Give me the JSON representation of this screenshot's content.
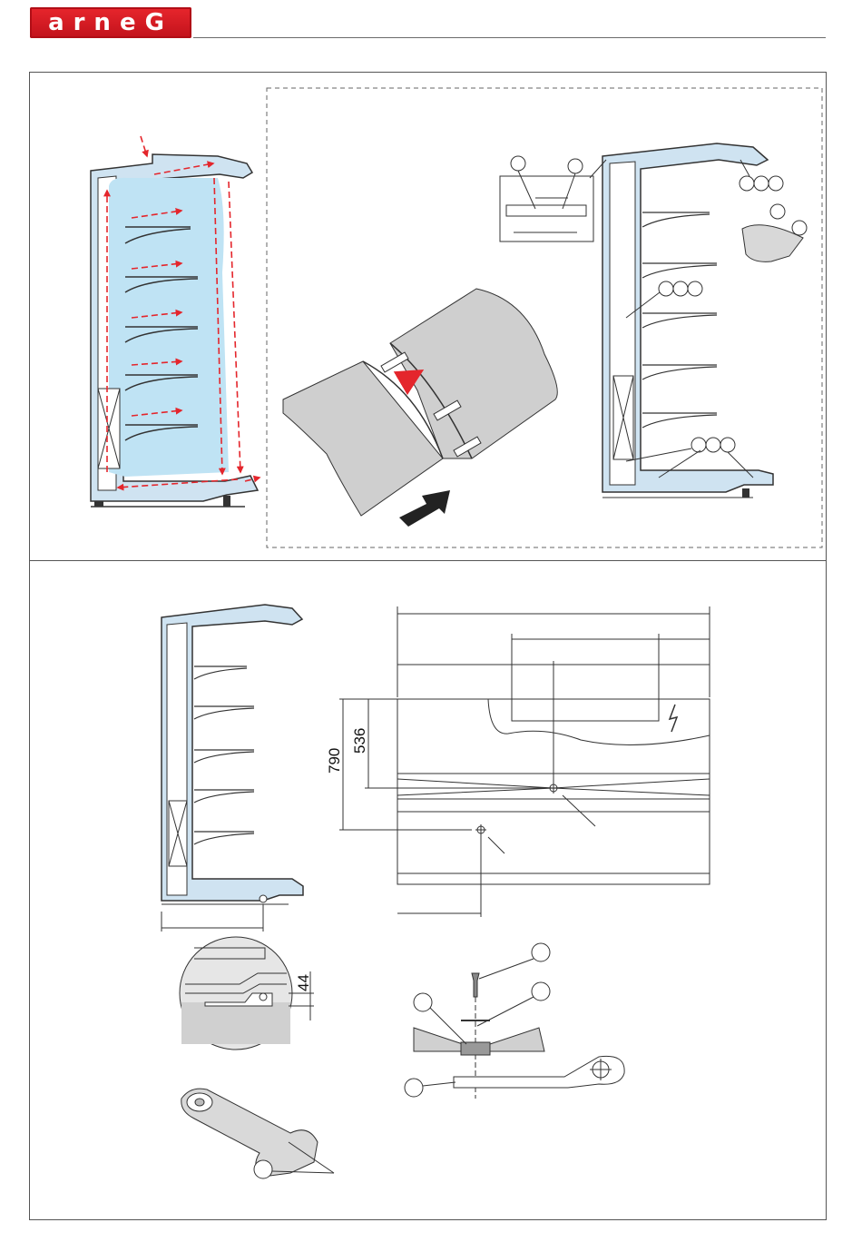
{
  "header": {
    "logo_text": "arneG",
    "brand_color": "#d7141d",
    "rule_color": "#6b6b6b"
  },
  "colors": {
    "insulation": "#cfe3f1",
    "airflow_cold": "#bfe3f4",
    "arrow_red": "#e4262c",
    "line": "#222222"
  },
  "dimensions": {
    "height_total": "790",
    "height_upper": "536",
    "foot_offset": "44"
  },
  "icons": [
    "lightning-icon",
    "screw-icon",
    "crosshair-icon"
  ]
}
